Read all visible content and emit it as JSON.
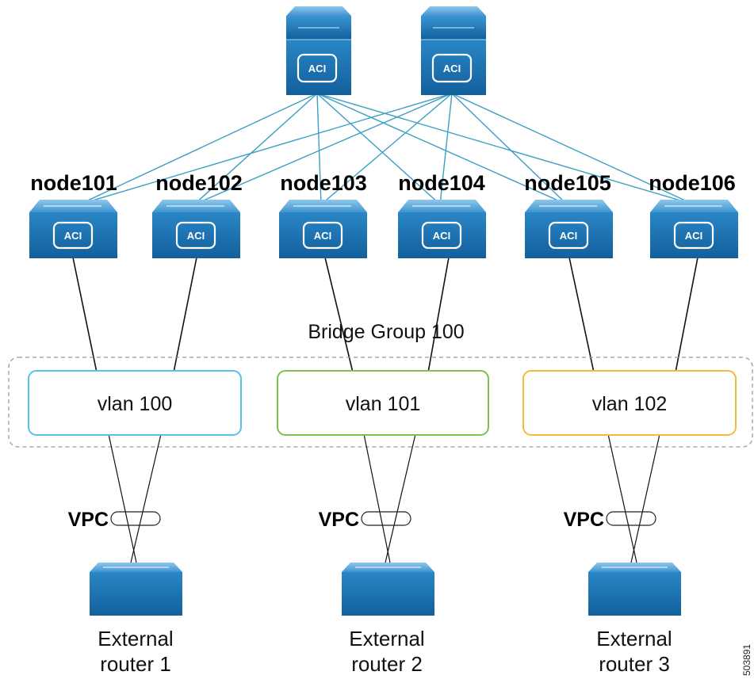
{
  "colors": {
    "switch_top": "#5ea8d8",
    "switch_body": "#1f77b8",
    "switch_dark": "#105a91",
    "fabric_link": "#3a9fc4",
    "black_link": "#111111",
    "vlan100_border": "#55c3ea",
    "vlan101_border": "#7cc24c",
    "vlan102_border": "#f5b841",
    "bridge_border": "#999999"
  },
  "icons": {
    "spine": "aci-spine-switch-icon",
    "leaf": "aci-leaf-switch-icon",
    "router": "router-switch-icon",
    "aci_badge": "aci-badge-icon"
  },
  "aci_text": "ACI",
  "leaves": [
    {
      "name": "node101"
    },
    {
      "name": "node102"
    },
    {
      "name": "node103"
    },
    {
      "name": "node104"
    },
    {
      "name": "node105"
    },
    {
      "name": "node106"
    }
  ],
  "bridge_group": {
    "label": "Bridge Group 100"
  },
  "vlans": [
    {
      "label": "vlan 100"
    },
    {
      "label": "vlan 101"
    },
    {
      "label": "vlan 102"
    }
  ],
  "vpcs": [
    {
      "label": "VPC"
    },
    {
      "label": "VPC"
    },
    {
      "label": "VPC"
    }
  ],
  "routers": [
    {
      "line1": "External",
      "line2": "router 1"
    },
    {
      "line1": "External",
      "line2": "router 2"
    },
    {
      "line1": "External",
      "line2": "router 3"
    }
  ],
  "figure_id": "503891"
}
